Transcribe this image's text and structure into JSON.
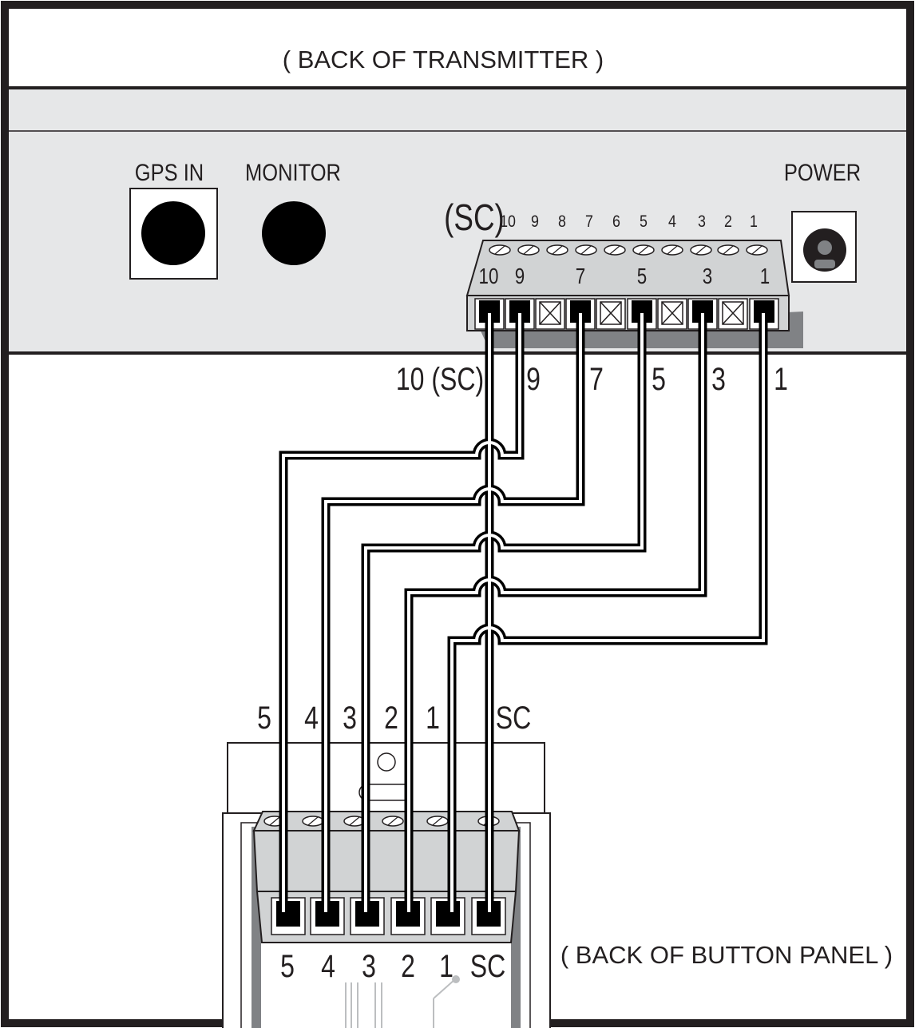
{
  "transmitter": {
    "title": "( BACK OF TRANSMITTER )",
    "gps_label": "GPS IN",
    "monitor_label": "MONITOR",
    "power_label": "POWER",
    "sc_label": "(SC)",
    "top_numbers": [
      "10",
      "9",
      "8",
      "7",
      "6",
      "5",
      "4",
      "3",
      "2",
      "1"
    ],
    "top_numbers_dimmed": [
      "8",
      "6",
      "4",
      "2"
    ],
    "front_numbers": [
      "10",
      "9",
      "7",
      "5",
      "3",
      "1"
    ]
  },
  "wire_labels": [
    "10 (SC)",
    "9",
    "7",
    "5",
    "3",
    "1"
  ],
  "button_panel": {
    "title": "( BACK OF BUTTON PANEL )",
    "top_labels": [
      "5",
      "4",
      "3",
      "2",
      "1",
      "SC"
    ],
    "bottom_labels": [
      "5",
      "4",
      "3",
      "2",
      "1",
      "SC"
    ]
  },
  "colors": {
    "ink": "#231f20",
    "panel_fill": "#e6e7e8",
    "terminal_fill": "#d1d3d4",
    "terminal_shadow": "#808285",
    "dimmed_text": "#939598"
  }
}
